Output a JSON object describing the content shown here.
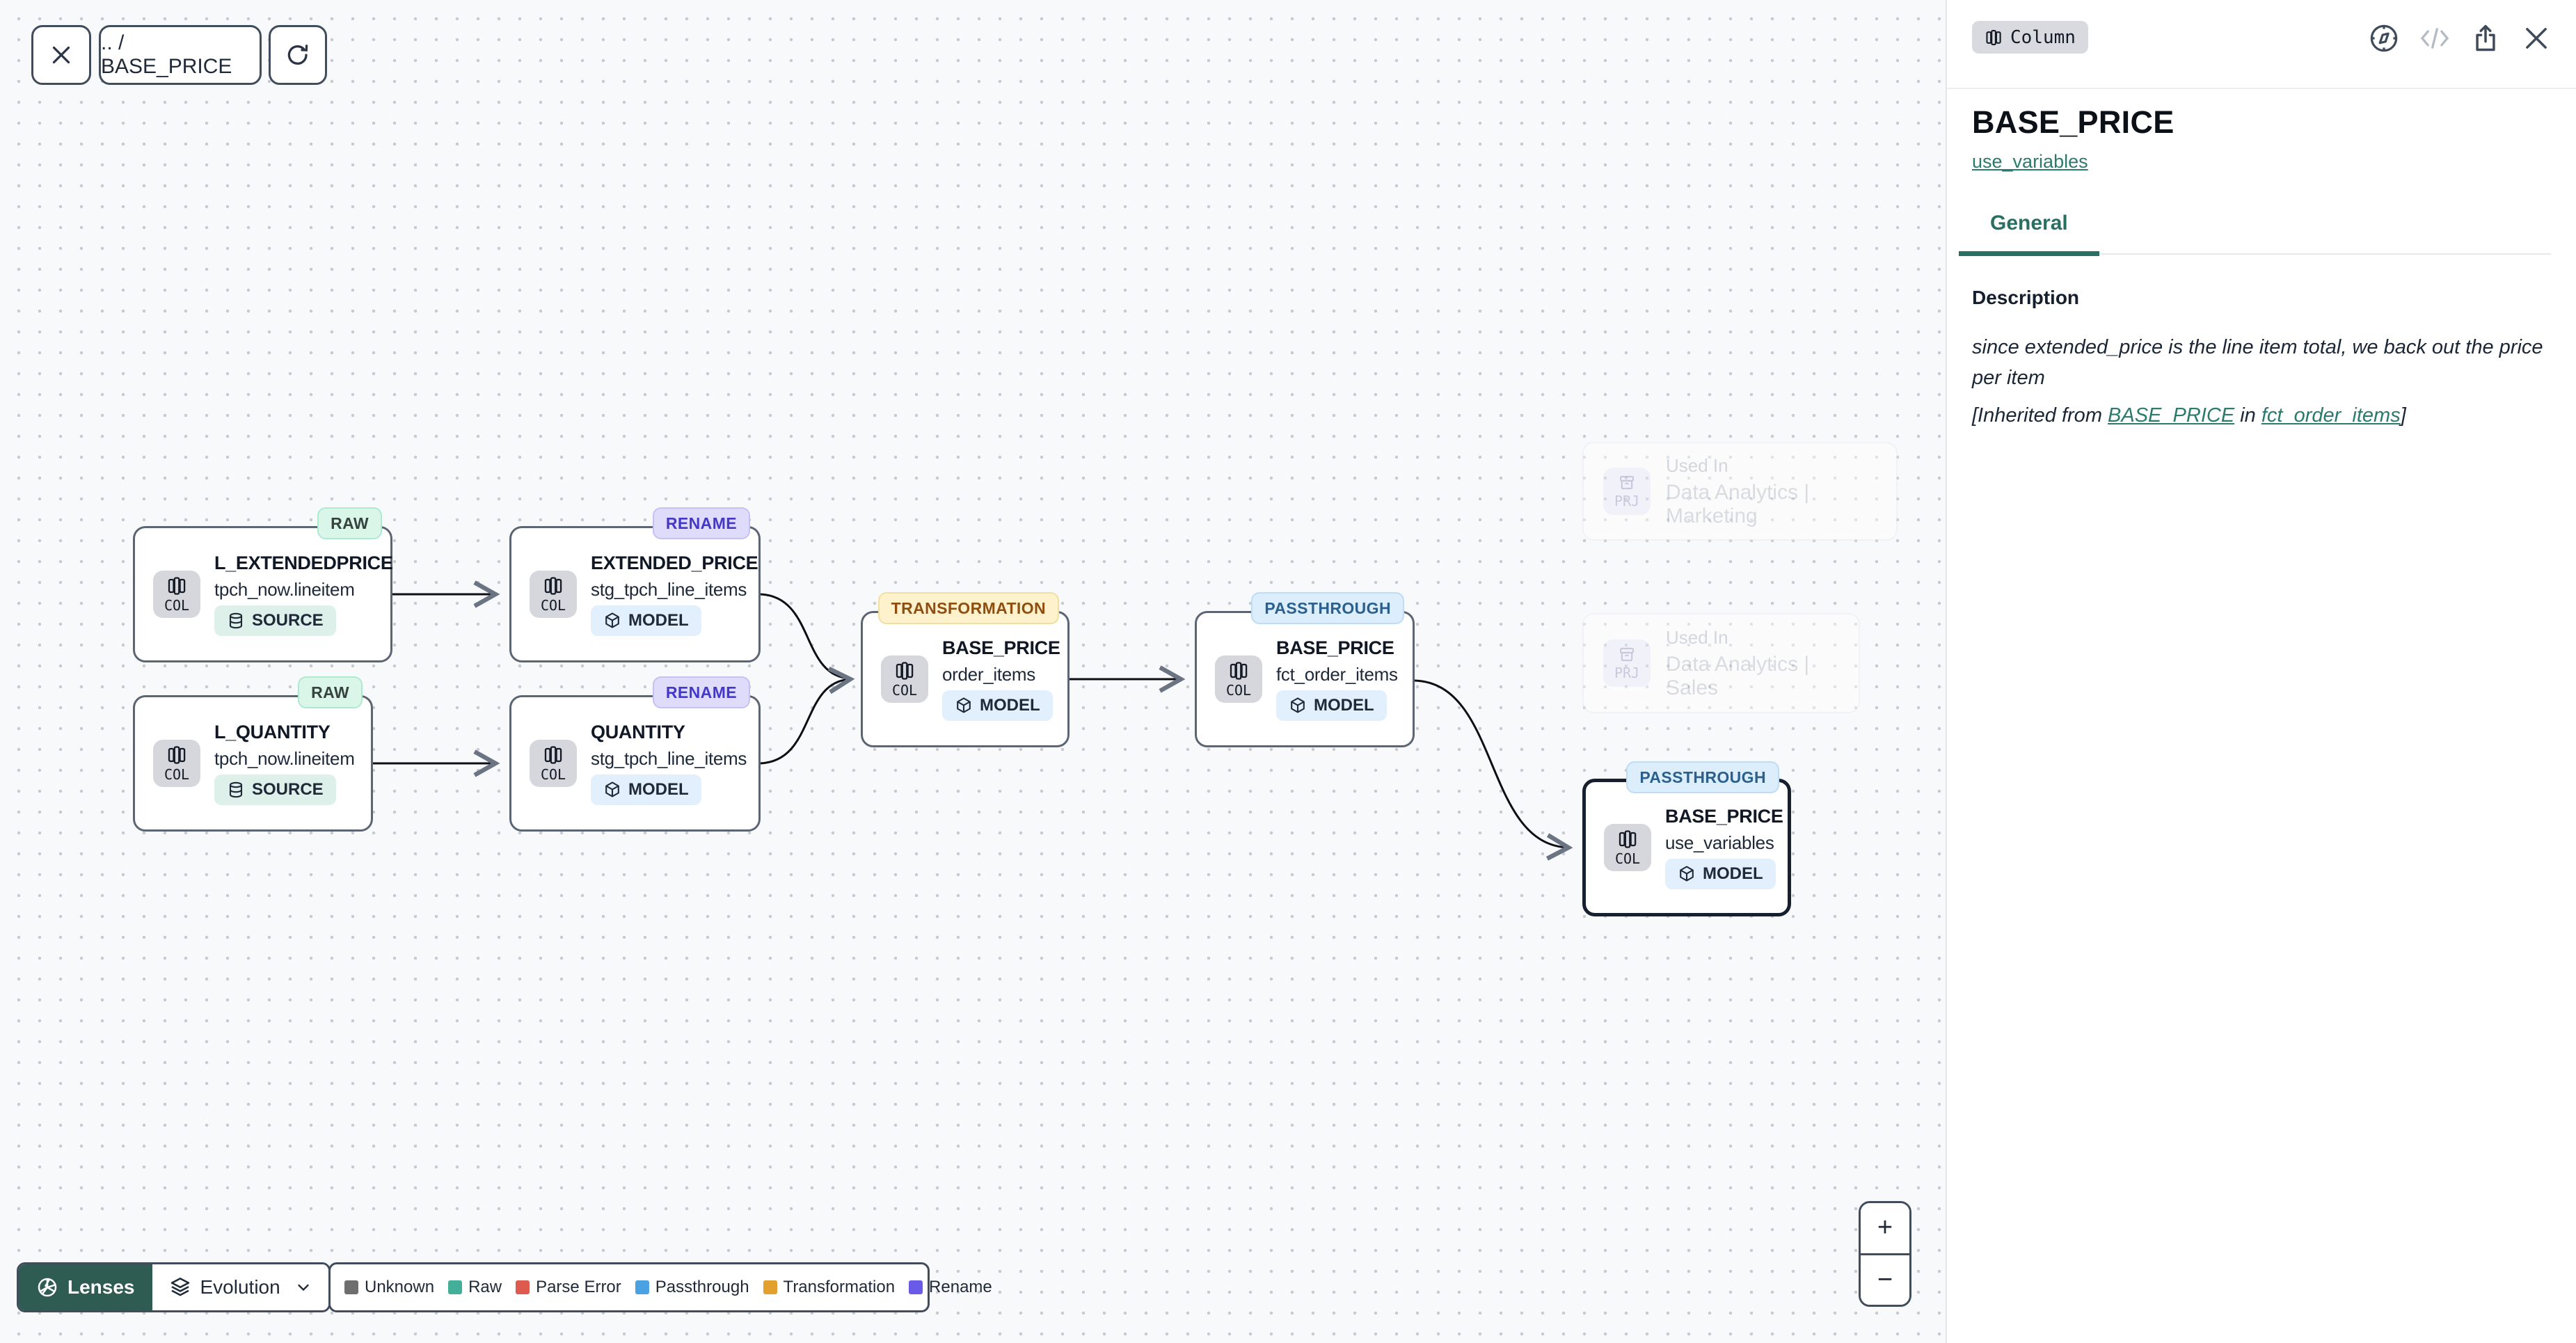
{
  "toolbar": {
    "breadcrumb": ".. / BASE_PRICE"
  },
  "canvas": {
    "nodes": [
      {
        "title": "L_EXTENDEDPRICE",
        "subtitle": "tpch_now.lineitem",
        "kind": "COL",
        "type": "SOURCE",
        "status": "RAW"
      },
      {
        "title": "EXTENDED_PRICE",
        "subtitle": "stg_tpch_line_items",
        "kind": "COL",
        "type": "MODEL",
        "status": "RENAME"
      },
      {
        "title": "L_QUANTITY",
        "subtitle": "tpch_now.lineitem",
        "kind": "COL",
        "type": "SOURCE",
        "status": "RAW"
      },
      {
        "title": "QUANTITY",
        "subtitle": "stg_tpch_line_items",
        "kind": "COL",
        "type": "MODEL",
        "status": "RENAME"
      },
      {
        "title": "BASE_PRICE",
        "subtitle": "order_items",
        "kind": "COL",
        "type": "MODEL",
        "status": "TRANSFORMATION"
      },
      {
        "title": "BASE_PRICE",
        "subtitle": "fct_order_items",
        "kind": "COL",
        "type": "MODEL",
        "status": "PASSTHROUGH"
      },
      {
        "title": "BASE_PRICE",
        "subtitle": "use_variables",
        "kind": "COL",
        "type": "MODEL",
        "status": "PASSTHROUGH",
        "selected": true
      }
    ],
    "used_in": [
      {
        "label": "Used In",
        "project": "Data Analytics | Marketing",
        "kind": "PRJ"
      },
      {
        "label": "Used In",
        "project": "Data Analytics | Sales",
        "kind": "PRJ"
      }
    ],
    "zoom_in": "+",
    "zoom_out": "−"
  },
  "status_colors": {
    "raw": {
      "bg": "#d9f6e8",
      "border": "#aee9d0",
      "text": "#37433f"
    },
    "rename": {
      "bg": "#dedcfa",
      "border": "#c5c1f3",
      "text": "#4438c9"
    },
    "transformation": {
      "bg": "#fdf2cc",
      "border": "#f0dfa2",
      "text": "#8f4e10"
    },
    "passthrough": {
      "bg": "#dcedfb",
      "border": "#bddcf6",
      "text": "#2a5f8e"
    }
  },
  "lenses": {
    "label": "Lenses",
    "selected": "Evolution"
  },
  "legend": {
    "items": [
      {
        "label": "Unknown",
        "color": "#6e6e6e"
      },
      {
        "label": "Raw",
        "color": "#44af99"
      },
      {
        "label": "Parse Error",
        "color": "#df5a4e"
      },
      {
        "label": "Passthrough",
        "color": "#4aa2e2"
      },
      {
        "label": "Transformation",
        "color": "#e2a02c"
      },
      {
        "label": "Rename",
        "color": "#6a5ae8"
      }
    ]
  },
  "panel": {
    "kind_badge": "Column",
    "title": "BASE_PRICE",
    "subtitle_link": "use_variables",
    "tabs": [
      {
        "label": "General"
      }
    ],
    "description": {
      "heading": "Description",
      "body": "since extended_price is the line item total, we back out the price per item",
      "inherited_prefix": "[Inherited from ",
      "inherited_link1": "BASE_PRICE",
      "inherited_mid": " in ",
      "inherited_link2": "fct_order_items",
      "inherited_suffix": "]"
    }
  }
}
